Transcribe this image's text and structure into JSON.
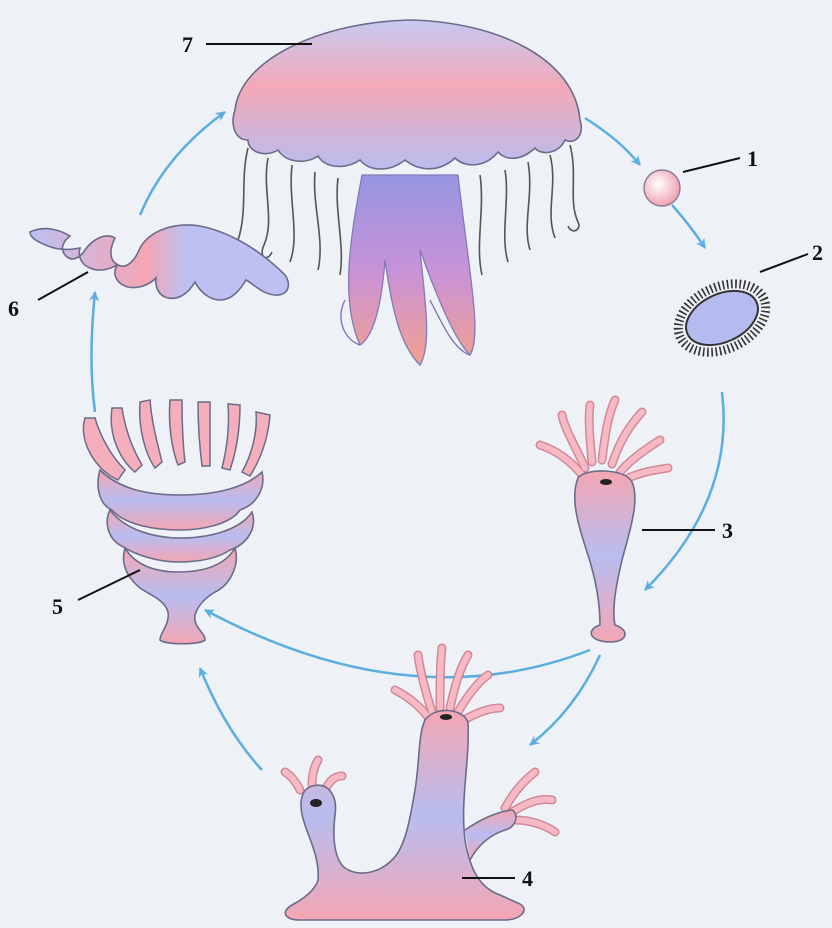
{
  "labels": {
    "n1": "1",
    "n2": "2",
    "n3": "3",
    "n4": "4",
    "n5": "5",
    "n6": "6",
    "n7": "7"
  },
  "colors": {
    "background": "#eef1f5",
    "body_blue": "#b6bcef",
    "body_pink": "#f2a8b4",
    "arrow": "#5aaee2",
    "leader": "#111111"
  }
}
